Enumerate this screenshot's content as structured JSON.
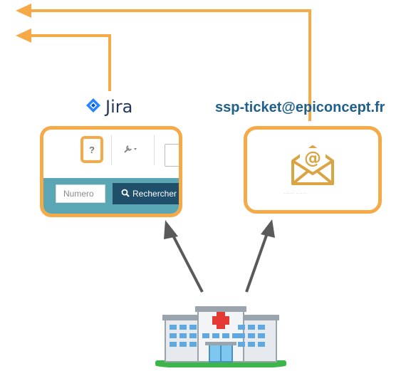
{
  "jira": {
    "logo_text": "Jira",
    "help_label": "?",
    "wrench_label": "⚒",
    "search_placeholder": "Numero",
    "search_button_label": "Rechercher"
  },
  "email": {
    "address": "ssp-ticket@epiconcept.fr",
    "caption": "...... ......"
  },
  "colors": {
    "accent": "#f5a947",
    "arrow_gray": "#5a5a5a",
    "email_text": "#1f5f8b",
    "jira_bar": "#5ba6b5",
    "jira_button": "#1f4f6a"
  },
  "icons": [
    "jira-logo-icon",
    "help-icon",
    "wrench-icon",
    "search-icon",
    "envelope-at-icon",
    "hospital-icon"
  ]
}
